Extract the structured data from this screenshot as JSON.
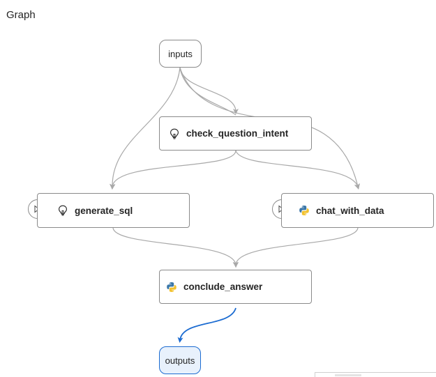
{
  "page": {
    "title": "Graph"
  },
  "graph": {
    "inputs_label": "inputs",
    "outputs_label": "outputs",
    "nodes": {
      "check_question_intent": {
        "label": "check_question_intent",
        "kind": "llm",
        "icon": "lightbulb-icon"
      },
      "generate_sql": {
        "label": "generate_sql",
        "kind": "llm",
        "icon": "lightbulb-icon"
      },
      "chat_with_data": {
        "label": "chat_with_data",
        "kind": "python",
        "icon": "python-icon"
      },
      "conclude_answer": {
        "label": "conclude_answer",
        "kind": "python",
        "icon": "python-icon"
      }
    },
    "colors": {
      "edge": "#a8a8a8",
      "active_edge": "#1b6bd1",
      "node_border": "#8a8a8a",
      "outputs_fill": "#e8f1fc"
    }
  }
}
